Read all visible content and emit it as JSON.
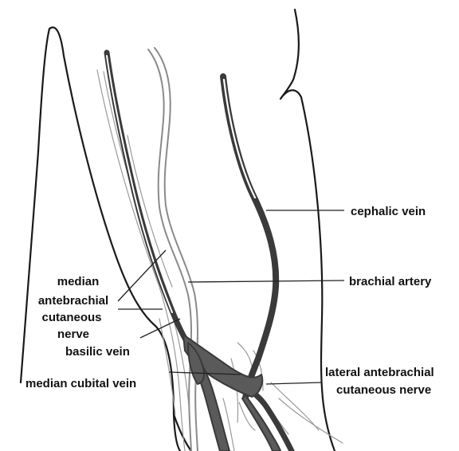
{
  "colors": {
    "outline": "#1a1a1a",
    "vessel_dark": "#3a3a3a",
    "vessel_fill": "#5a5a5a",
    "nerve_gray": "#9a9a9a",
    "label_line": "#222222",
    "background": "#ffffff"
  },
  "labels": {
    "cephalic_vein": "cephalic vein",
    "brachial_artery": "brachial artery",
    "median_antebrachial_cutaneous_nerve": {
      "line1": "median",
      "line2": "antebrachial",
      "line3": "cutaneous",
      "line4": "nerve"
    },
    "basilic_vein": "basilic vein",
    "median_cubital_vein": "median cubital vein",
    "lateral_antebrachial_cutaneous_nerve": {
      "line1": "lateral antebrachial",
      "line2": "cutaneous nerve"
    }
  }
}
